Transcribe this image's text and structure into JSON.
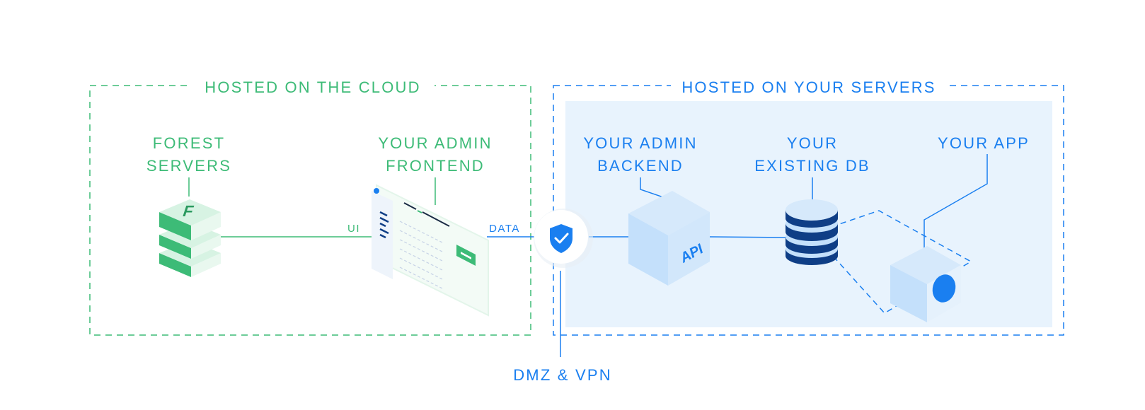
{
  "sections": {
    "cloud": {
      "title": "HOSTED ON THE CLOUD"
    },
    "servers": {
      "title": "HOSTED ON YOUR SERVERS"
    }
  },
  "nodes": {
    "forest_servers": {
      "line1": "FOREST",
      "line2": "SERVERS",
      "logo_letter": "F"
    },
    "admin_frontend": {
      "line1": "YOUR ADMIN",
      "line2": "FRONTEND"
    },
    "admin_backend": {
      "line1": "YOUR ADMIN",
      "line2": "BACKEND",
      "badge": "API"
    },
    "existing_db": {
      "line1": "YOUR",
      "line2": "EXISTING DB"
    },
    "your_app": {
      "line1": "YOUR APP"
    }
  },
  "connections": {
    "ui_label": "UI",
    "data_label": "DATA",
    "dmz_label": "DMZ & VPN"
  },
  "icons": {
    "security": "shield-check-icon",
    "forest": "forest-stack-icon",
    "frontend": "browser-window-icon",
    "backend": "api-cube-icon",
    "database": "database-icon",
    "app": "app-cube-icon"
  },
  "colors": {
    "cloud_green": "#3dbb77",
    "server_blue": "#1a7ff0",
    "server_bg": "#e8f3fd",
    "db_dark": "#0f3e86"
  }
}
